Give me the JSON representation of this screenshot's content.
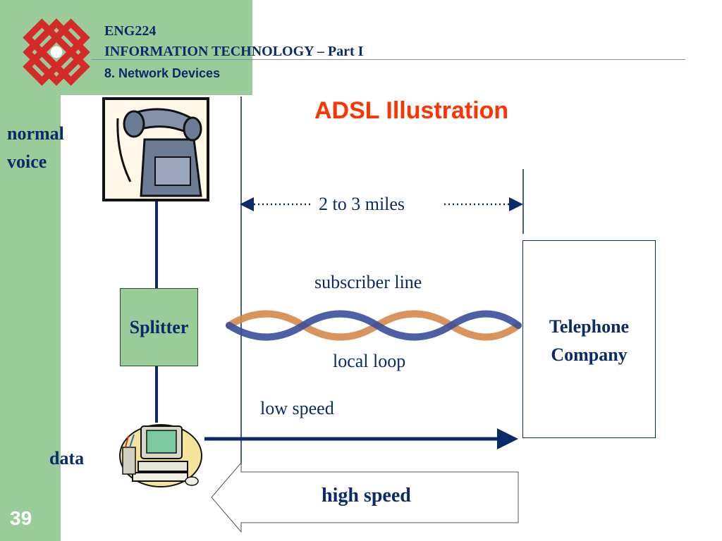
{
  "header": {
    "course_code": "ENG224",
    "course_title": "INFORMATION TECHNOLOGY – Part I",
    "chapter": "8. Network Devices"
  },
  "slide": {
    "title": "ADSL Illustration",
    "page_number": "39"
  },
  "diagram": {
    "normal_voice_line1": "normal",
    "normal_voice_line2": "voice",
    "data_label": "data",
    "splitter_label": "Splitter",
    "distance_label": "2 to 3 miles",
    "subscriber_line_label": "subscriber line",
    "local_loop_label": "local loop",
    "low_speed_label": "low speed",
    "high_speed_label": "high speed",
    "telco_line1": "Telephone",
    "telco_line2": "Company"
  },
  "colors": {
    "sidebar": "#99cc99",
    "title": "#ff3300",
    "text": "#0a2a6a",
    "line": "#0a2a6a"
  },
  "icons": {
    "logo": "polyu-logo",
    "phone": "telephone-clipart",
    "computer": "computer-clipart"
  }
}
